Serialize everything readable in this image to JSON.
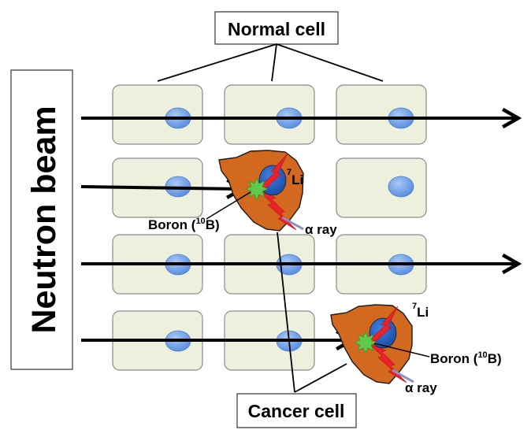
{
  "labels": {
    "neutron_beam": "Neutron beam",
    "normal_cell": "Normal cell",
    "cancer_cell": "Cancer cell",
    "boron_1": {
      "prefix": "Boron (",
      "sup": "10",
      "suffix": "B)"
    },
    "boron_2": {
      "prefix": "Boron (",
      "sup": "10",
      "suffix": "B)"
    },
    "lithium_1": {
      "sup": "7",
      "text": "Li"
    },
    "lithium_2": {
      "sup": "7",
      "text": "Li"
    },
    "alpha_1": "α ray",
    "alpha_2": "α ray"
  },
  "colors": {
    "cell_fill": "#eef0de",
    "cell_border": "#8a8a8a",
    "nucleus": "#6d9eea",
    "cancer_fill": "#d2691e",
    "cancer_nucleus": "#2f6fd0",
    "boron_burst": "#5ec94a",
    "ray_red": "#e8232a",
    "ray_gray": "#8c8fc4"
  }
}
